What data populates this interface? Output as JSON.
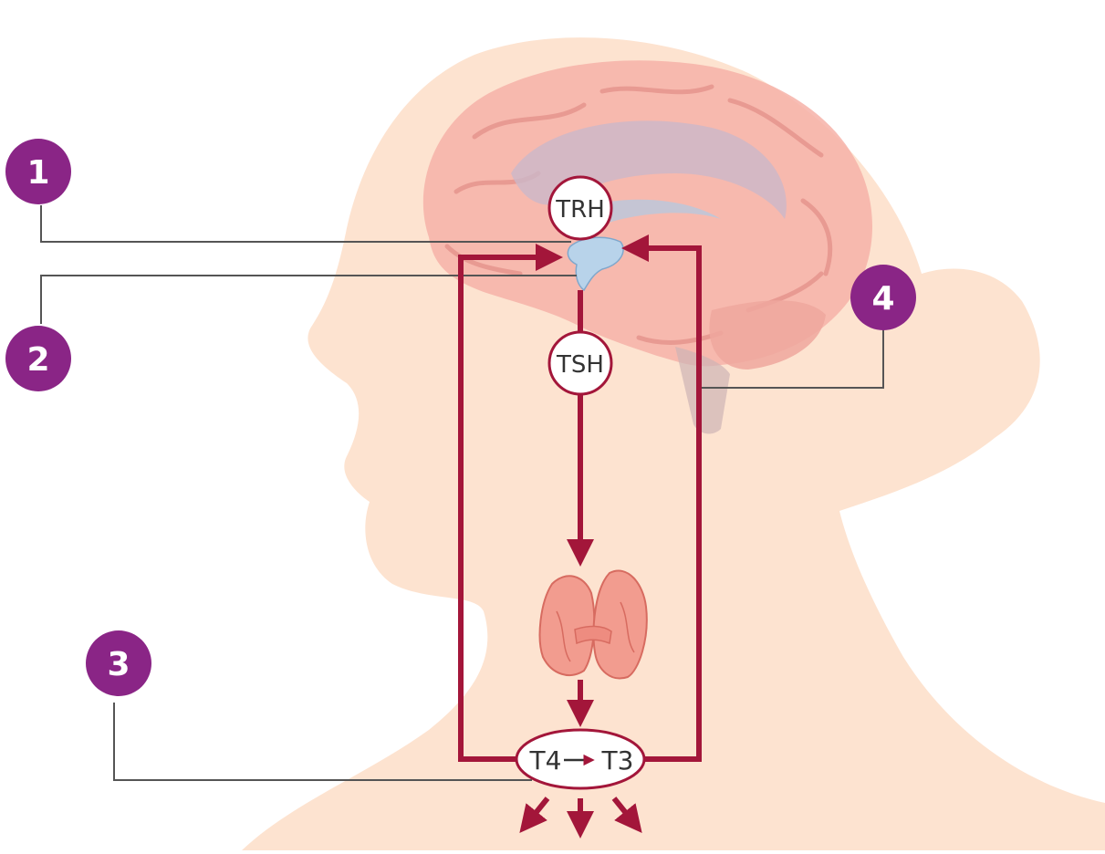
{
  "colors": {
    "skin": "#fde3d0",
    "brain": "#f6b2a8",
    "brain_folds": "#e89a92",
    "brain_inner": "#cbb8c9",
    "pituitary": "#b8d3ea",
    "feedback_red": "#a3163a",
    "badge_purple": "#8a2586",
    "leader_gray": "#555555",
    "thyroid": "#f29c8f"
  },
  "hormones": {
    "trh": "TRH",
    "tsh": "TSH",
    "t4": "T4",
    "t3": "T3"
  },
  "markers": [
    "1",
    "2",
    "3",
    "4"
  ]
}
